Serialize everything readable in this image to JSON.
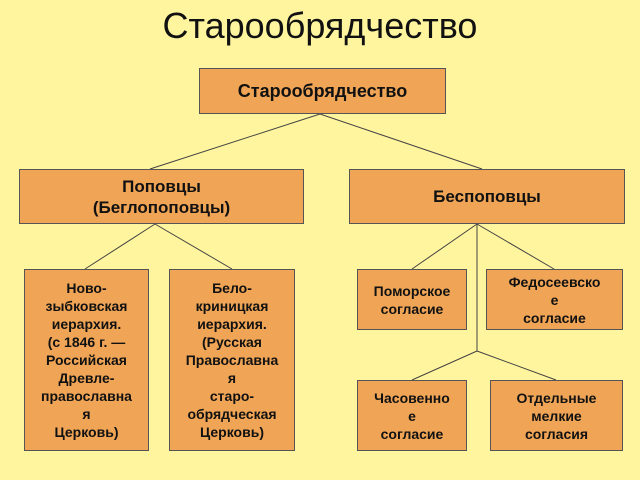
{
  "title": "Старообрядчество",
  "nodes": {
    "root": "Старообрядчество",
    "popovtsy": "Поповцы\n(Беглопоповцы)",
    "bespopovtsy": "Беспоповцы",
    "novozybkovskaya": "Ново-\nзыбковская\nиерархия.\n(с 1846 г. —\nРоссийская\nДревле-\nправославна\nя\nЦерковь)",
    "belokrinitskaya": "Бело-\nкриницкая\nиерархия.\n(Русская\nПравославна\nя\nстаро-\nобрядческая\nЦерковь)",
    "pomorskoe": "Поморское\nсогласие",
    "fedoseevskoe": "Федосеевско\nе\nсогласие",
    "chasovennoe": "Часовенно\nе\nсогласие",
    "otdelnye": "Отдельные\nмелкие\nсогласия"
  },
  "colors": {
    "background": "#FFF59E",
    "box_fill": "#F0A556",
    "box_border": "#555555",
    "line": "#444444"
  }
}
